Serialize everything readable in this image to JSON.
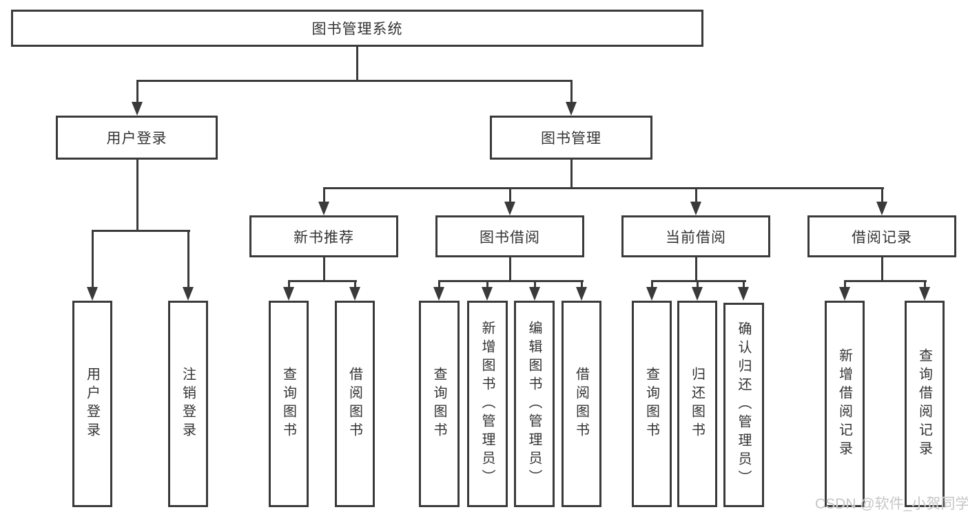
{
  "title": "图书管理系统",
  "user_login": {
    "label": "用户登录",
    "children": [
      "用户登录",
      "注销登录"
    ]
  },
  "book_management": {
    "label": "图书管理",
    "sections": [
      {
        "label": "新书推荐",
        "children": [
          "查询图书",
          "借阅图书"
        ]
      },
      {
        "label": "图书借阅",
        "children": [
          "查询图书",
          "新增图书（管理员）",
          "编辑图书（管理员）",
          "借阅图书"
        ]
      },
      {
        "label": "当前借阅",
        "children": [
          "查询图书",
          "归还图书",
          "确认归还（管理员）"
        ]
      },
      {
        "label": "借阅记录",
        "children": [
          "新增借阅记录",
          "查询借阅记录"
        ]
      }
    ]
  },
  "watermark": "CSDN @软件_小贺同学",
  "colors": {
    "line": "#3a3a3a",
    "text": "#333333",
    "watermark": "#c6c6c6",
    "background": "#ffffff"
  }
}
